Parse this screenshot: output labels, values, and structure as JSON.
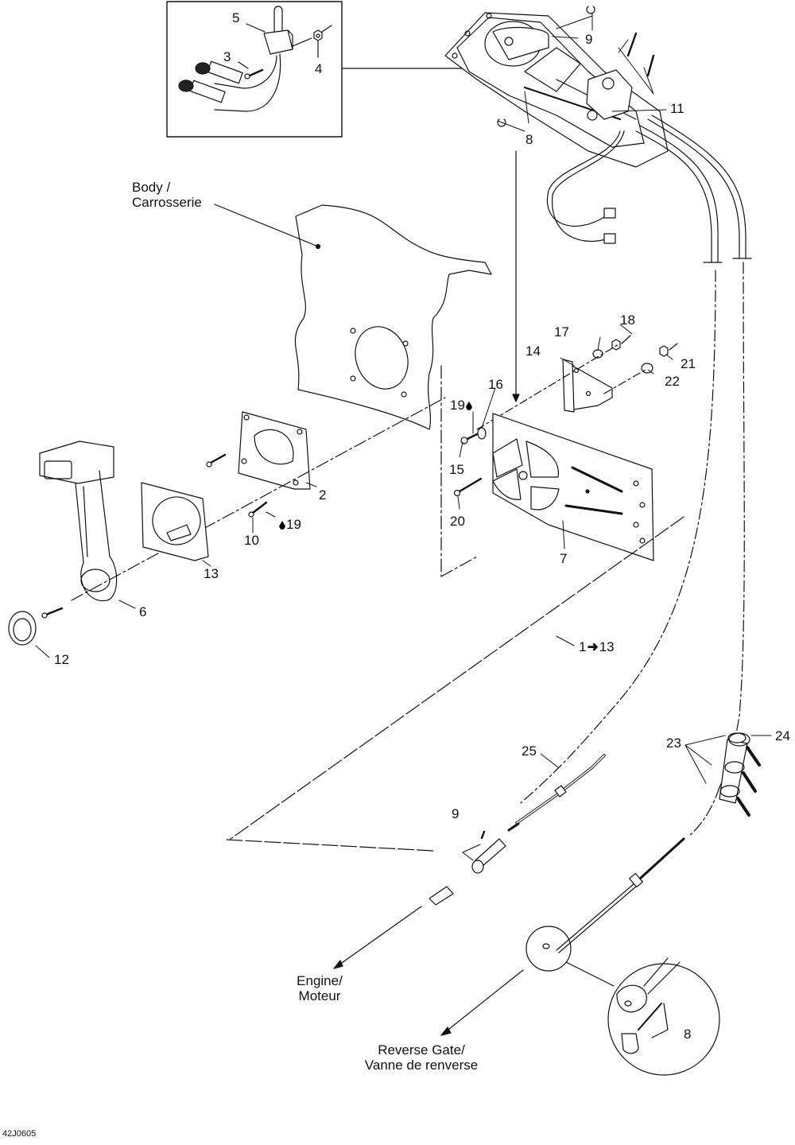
{
  "figure": {
    "id_label": "42J0605"
  },
  "labels": {
    "body": [
      "Body /",
      "Carrosserie"
    ],
    "engine": [
      "Engine/",
      "Moteur"
    ],
    "reverse_gate": [
      "Reverse Gate/",
      "Vanne de renverse"
    ],
    "range": {
      "from": "1",
      "to": "13"
    }
  },
  "callouts": {
    "c5": "5",
    "c3": "3",
    "c4": "4",
    "c9_top": "9",
    "c11": "11",
    "c8_top": "8",
    "c18": "18",
    "c17": "17",
    "c14": "14",
    "c21": "21",
    "c22": "22",
    "c16": "16",
    "c19_a": "19",
    "c15": "15",
    "c20": "20",
    "c7": "7",
    "c2": "2",
    "c19_b": "19",
    "c10": "10",
    "c13": "13",
    "c6": "6",
    "c12": "12",
    "c25": "25",
    "c9_bottom": "9",
    "c23": "23",
    "c24": "24",
    "c8_bottom": "8"
  },
  "icons": {
    "sealant": "drop-icon",
    "range_arrow": "arrow-right-icon"
  }
}
